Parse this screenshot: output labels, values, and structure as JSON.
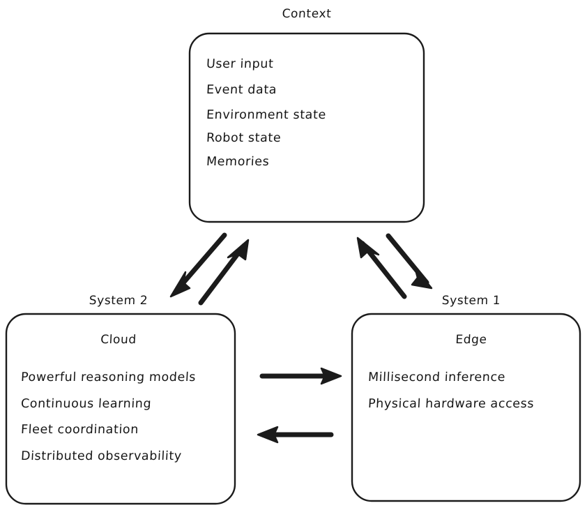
{
  "diagram": {
    "type": "flow-diagram",
    "title_visible": false,
    "stroke_color": "#1b1b1b",
    "background_color": "#ffffff",
    "nodes": [
      {
        "id": "context",
        "label": "Context",
        "title": "",
        "items": [
          "User input",
          "Event data",
          "Environment state",
          "Robot state",
          "Memories"
        ]
      },
      {
        "id": "cloud",
        "label": "System 2",
        "title": "Cloud",
        "items": [
          "Powerful reasoning models",
          "Continuous learning",
          "Fleet coordination",
          "Distributed observability"
        ]
      },
      {
        "id": "edge",
        "label": "System 1",
        "title": "Edge",
        "items": [
          "Millisecond inference",
          "Physical hardware access"
        ]
      }
    ],
    "edges": [
      {
        "from": "context",
        "to": "cloud",
        "direction": "down-left"
      },
      {
        "from": "cloud",
        "to": "context",
        "direction": "up-right"
      },
      {
        "from": "edge",
        "to": "context",
        "direction": "up-left"
      },
      {
        "from": "context",
        "to": "edge",
        "direction": "down-right"
      },
      {
        "from": "cloud",
        "to": "edge",
        "direction": "right"
      },
      {
        "from": "edge",
        "to": "cloud",
        "direction": "left"
      }
    ]
  }
}
